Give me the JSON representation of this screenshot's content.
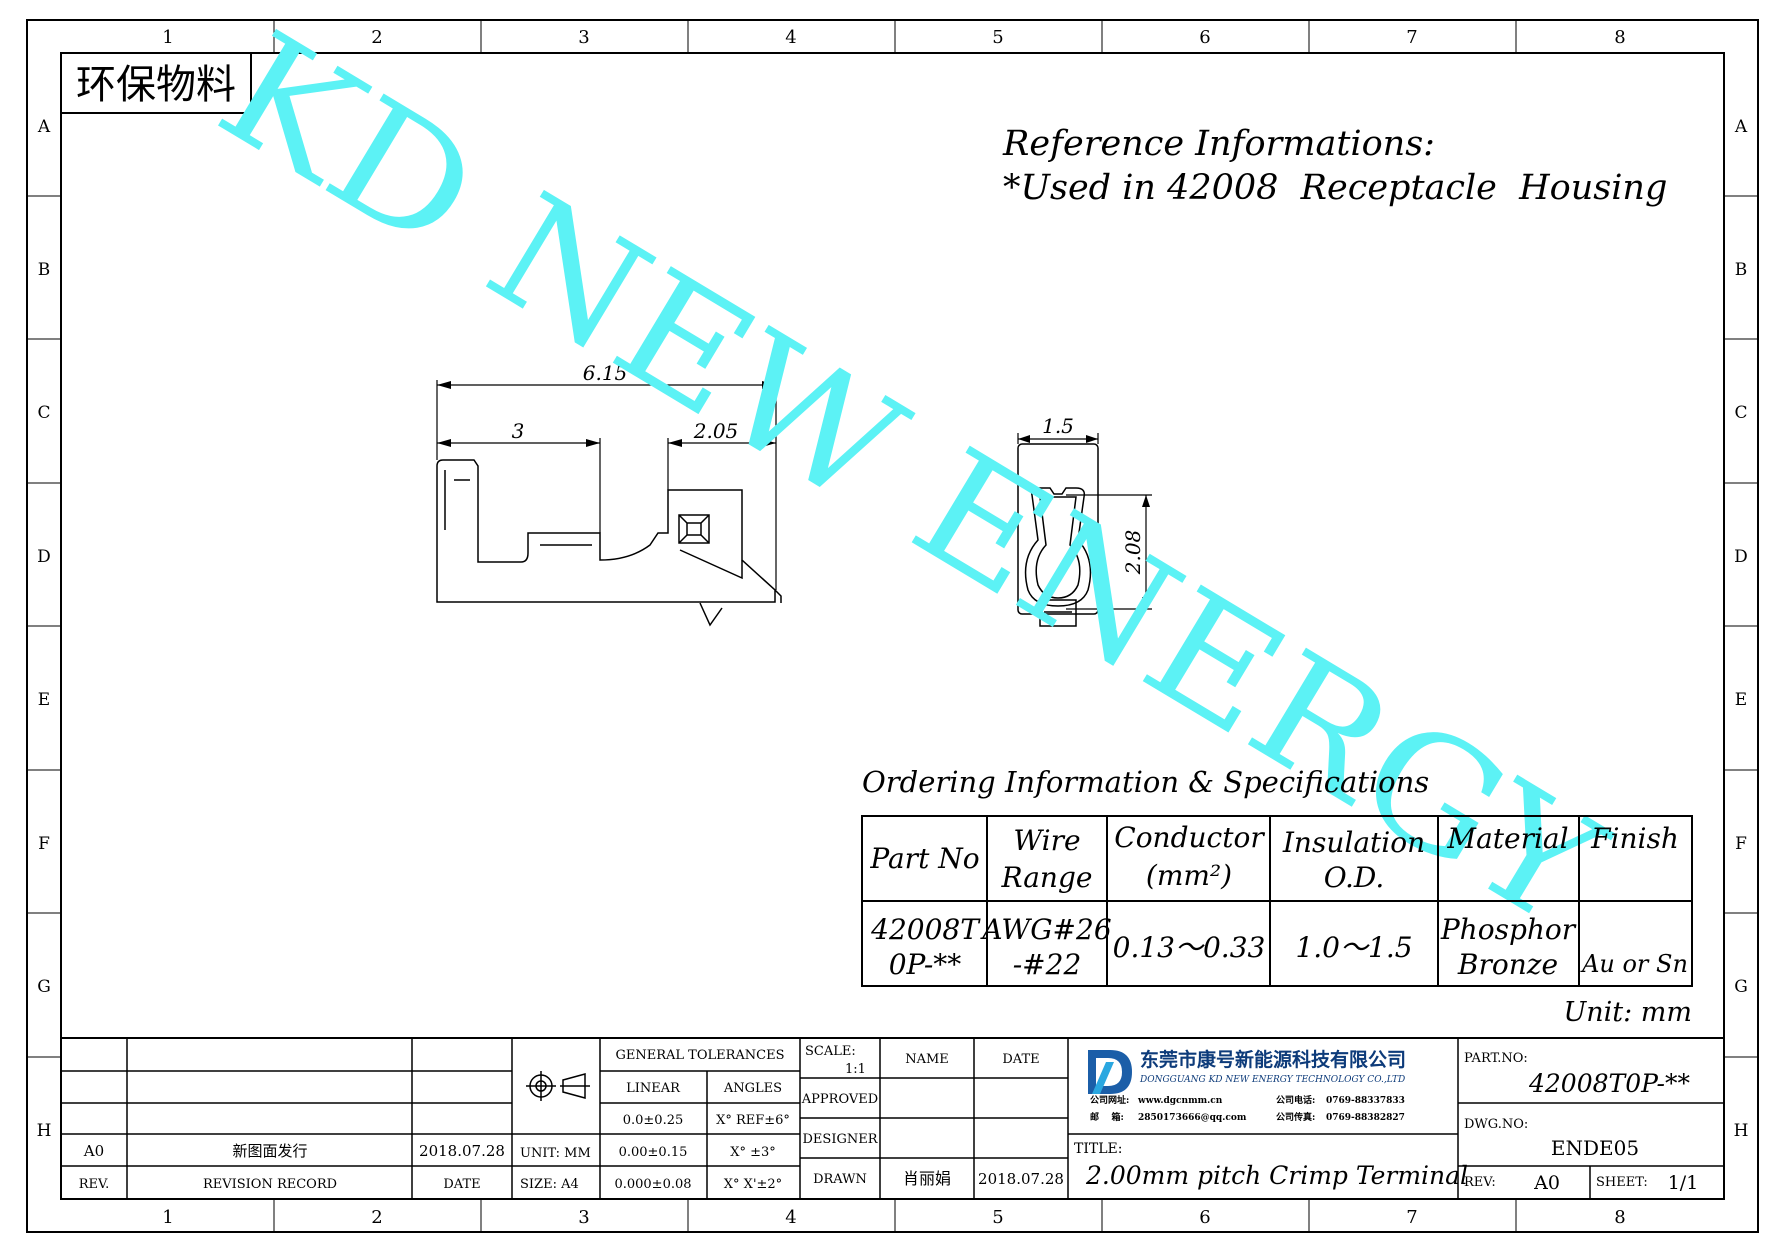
{
  "frame": {
    "columns": [
      "1",
      "2",
      "3",
      "4",
      "5",
      "6",
      "7",
      "8"
    ],
    "rows": [
      "A",
      "B",
      "C",
      "D",
      "E",
      "F",
      "G",
      "H"
    ]
  },
  "eco_label": "环保物料",
  "reference": {
    "line1": "Reference Informations:",
    "line2": "*Used in 42008  Receptacle  Housing"
  },
  "watermark": {
    "text": "KD NEW ENERGY",
    "color": "#5cf2f5"
  },
  "dimensions": {
    "overall_length": "6.15",
    "crimp_length": "3",
    "contact_length": "2.05",
    "width": "1.5",
    "height": "2.08"
  },
  "ordering": {
    "title": "Ordering Information & Specifications",
    "headers": {
      "part_no": "Part No",
      "wire_range": [
        "Wire",
        "Range"
      ],
      "conductor": [
        "Conductor",
        "(mm²)"
      ],
      "insulation": [
        "Insulation",
        "O.D."
      ],
      "material": "Material",
      "finish": "Finish"
    },
    "row": {
      "part_no": [
        "42008T",
        "0P-**"
      ],
      "wire_range": [
        "AWG#26",
        "-#22"
      ],
      "conductor": "0.13～0.33",
      "insulation": "1.0～1.5",
      "material": [
        "Phosphor",
        "Bronze"
      ],
      "finish": "Au or Sn"
    },
    "unit": "Unit: mm"
  },
  "title_block": {
    "revision": {
      "rev": "A0",
      "record": "新图面发行",
      "date": "2018.07.28",
      "header_rev": "REV.",
      "header_record": "REVISION RECORD",
      "header_date": "DATE"
    },
    "unit": "UNIT: MM",
    "size": "SIZE: A4",
    "tolerances": {
      "title": "GENERAL TOLERANCES",
      "linear_label": "LINEAR",
      "angles_label": "ANGLES",
      "linear": [
        "0.0±0.25",
        "0.00±0.15",
        "0.000±0.08"
      ],
      "angles": [
        "X° REF±6°",
        "X° ±3°",
        "X° X'±2°"
      ]
    },
    "scale_label": "SCALE:",
    "scale_value": "1:1",
    "name_label": "NAME",
    "date_label": "DATE",
    "approved": "APPROVED",
    "designer": "DESIGNER",
    "drawn": "DRAWN",
    "drawn_name": "肖丽娟",
    "drawn_date": "2018.07.28",
    "company": {
      "name_cn": "东莞市康号新能源科技有限公司",
      "name_en": "DONGGUANG KD NEW ENERGY TECHNOLOGY CO.,LTD",
      "contact1_label": "公司网址:",
      "contact1_value": "www.dgcnmm.cn",
      "contact2_label": "公司电话:",
      "contact2_value": "0769-88337833",
      "contact3_label": "邮    箱:",
      "contact3_value": "2850173666@qq.com",
      "contact4_label": "公司传真:",
      "contact4_value": "0769-88382827",
      "logo_color": "#1b5ea8"
    },
    "title_label": "TITLE:",
    "title_value": "2.00mm pitch Crimp Terminal",
    "part_no_label": "PART.NO:",
    "part_no_value": "42008T0P-**",
    "dwg_no_label": "DWG.NO:",
    "dwg_no_value": "ENDE05",
    "rev_label": "REV:",
    "rev_value": "A0",
    "sheet_label": "SHEET:",
    "sheet_value": "1/1"
  }
}
